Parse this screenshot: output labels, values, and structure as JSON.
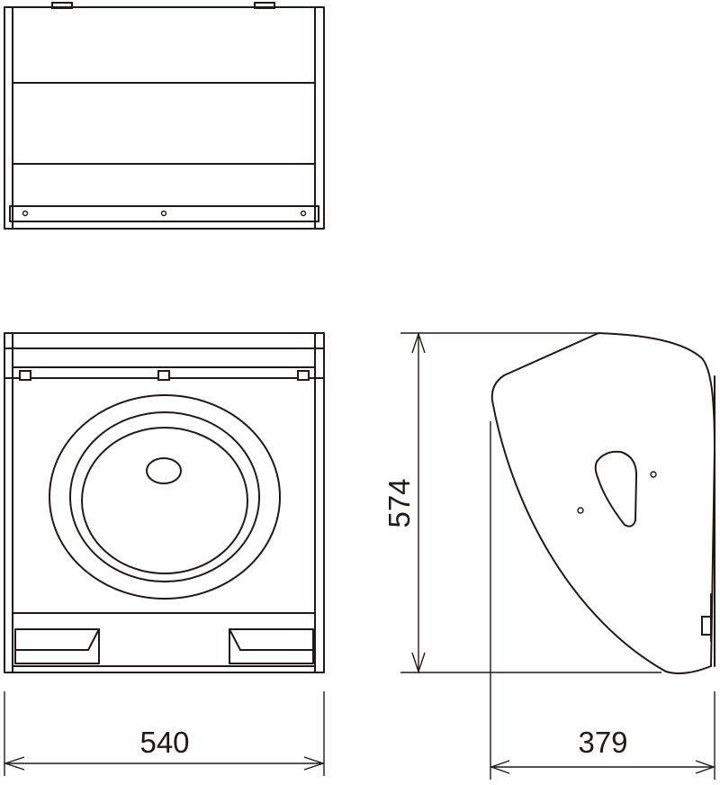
{
  "dimensions": {
    "width": "540",
    "height": "574",
    "depth": "379"
  },
  "colors": {
    "line": "#231815",
    "background": "#ffffff"
  }
}
